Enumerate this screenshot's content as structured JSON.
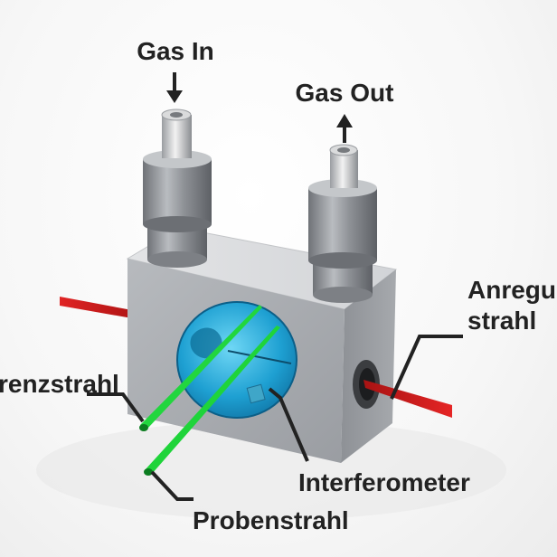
{
  "labels": {
    "gas_in": "Gas In",
    "gas_out": "Gas Out",
    "excitation_beam_line1": "Anregu",
    "excitation_beam_line2": "strahl",
    "reference_beam": "renzstrahl",
    "interferometer": "Interferometer",
    "probe_beam": "Probenstrahl"
  },
  "colors": {
    "red_beam": "#d81d1d",
    "green_beam": "#1fd43a",
    "window_blue": "#2aa7d6",
    "metal_light": "#c9cbcf",
    "metal_mid": "#a7aaae",
    "metal_dark": "#7c7f84",
    "label_text": "#222222"
  }
}
